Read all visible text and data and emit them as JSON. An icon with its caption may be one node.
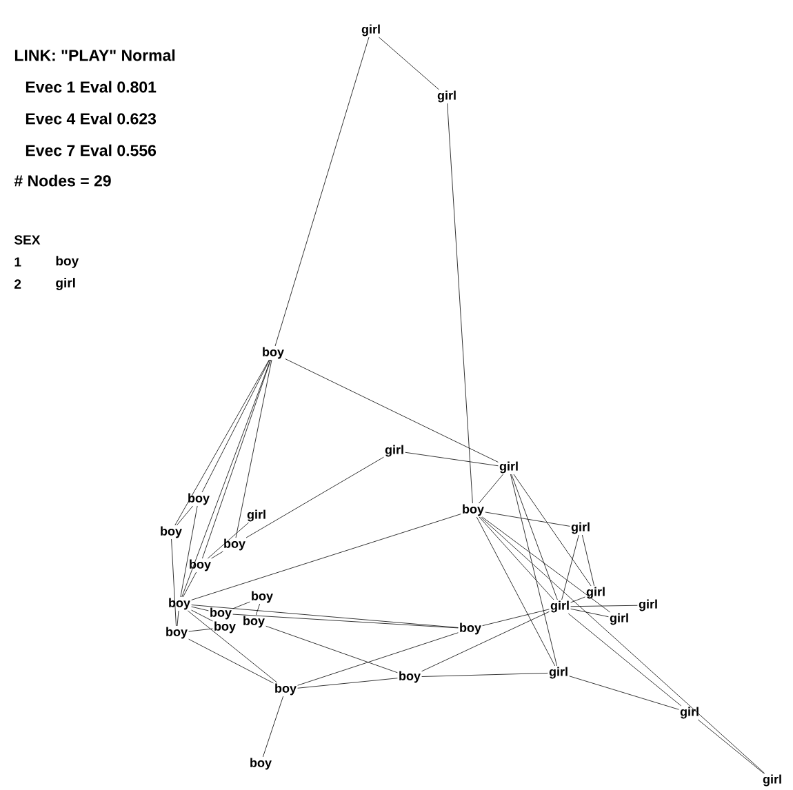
{
  "diagram": {
    "title": "LINK: \"PLAY\" Normal",
    "nodes": [
      {
        "text": [
          "girl"
        ]
      },
      {
        "text": [
          "girl"
        ]
      },
      {
        "text": [
          "boy"
        ]
      },
      {
        "text": [
          "girl"
        ]
      },
      {
        "text": [
          "girl"
        ]
      },
      {
        "text": [
          "boy"
        ]
      },
      {
        "text": [
          "girl"
        ]
      },
      {
        "text": [
          "girl"
        ]
      },
      {
        "text": [
          "girl"
        ]
      },
      {
        "text": [
          "girl"
        ]
      },
      {
        "text": [
          "girl"
        ]
      },
      {
        "text": [
          "boy"
        ]
      },
      {
        "text": [
          "boy"
        ]
      },
      {
        "text": [
          "girl"
        ]
      },
      {
        "text": [
          "boy"
        ]
      },
      {
        "text": [
          "girl"
        ]
      },
      {
        "text": [
          "girl"
        ]
      },
      {
        "text": [
          "boy"
        ]
      },
      {
        "text": [
          "boy"
        ]
      },
      {
        "text": [
          "boy"
        ]
      },
      {
        "text": [
          "girl"
        ]
      },
      {
        "text": [
          "boy"
        ]
      },
      {
        "text": [
          "boy"
        ]
      },
      {
        "text": [
          "boy"
        ]
      },
      {
        "text": [
          "boy"
        ]
      },
      {
        "text": [
          "boy"
        ]
      },
      {
        "text": [
          "boy"
        ]
      },
      {
        "text": [
          "boy"
        ]
      },
      {
        "text": [
          "boy"
        ]
      }
    ],
    "edges": [
      {
        "from": 0,
        "to": 1,
        "arrow": "none"
      },
      {
        "from": 0,
        "to": 2,
        "arrow": "none"
      },
      {
        "from": 1,
        "to": 5,
        "arrow": "none"
      },
      {
        "from": 2,
        "to": 4,
        "arrow": "none"
      },
      {
        "from": 2,
        "to": 18,
        "arrow": "none"
      },
      {
        "from": 2,
        "to": 19,
        "arrow": "none"
      },
      {
        "from": 2,
        "to": 22,
        "arrow": "none"
      },
      {
        "from": 2,
        "to": 23,
        "arrow": "none"
      },
      {
        "from": 2,
        "to": 21,
        "arrow": "none"
      },
      {
        "from": 3,
        "to": 4,
        "arrow": "none"
      },
      {
        "from": 3,
        "to": 21,
        "arrow": "none"
      },
      {
        "from": 4,
        "to": 5,
        "arrow": "none"
      },
      {
        "from": 4,
        "to": 7,
        "arrow": "none"
      },
      {
        "from": 4,
        "to": 8,
        "arrow": "none"
      },
      {
        "from": 4,
        "to": 13,
        "arrow": "none"
      },
      {
        "from": 5,
        "to": 6,
        "arrow": "none"
      },
      {
        "from": 5,
        "to": 23,
        "arrow": "none"
      },
      {
        "from": 5,
        "to": 7,
        "arrow": "none"
      },
      {
        "from": 5,
        "to": 10,
        "arrow": "none"
      },
      {
        "from": 5,
        "to": 16,
        "arrow": "none"
      },
      {
        "from": 5,
        "to": 13,
        "arrow": "none"
      },
      {
        "from": 6,
        "to": 7,
        "arrow": "none"
      },
      {
        "from": 6,
        "to": 8,
        "arrow": "none"
      },
      {
        "from": 7,
        "to": 8,
        "arrow": "none"
      },
      {
        "from": 7,
        "to": 9,
        "arrow": "none"
      },
      {
        "from": 7,
        "to": 10,
        "arrow": "none"
      },
      {
        "from": 7,
        "to": 11,
        "arrow": "none"
      },
      {
        "from": 7,
        "to": 12,
        "arrow": "none"
      },
      {
        "from": 7,
        "to": 15,
        "arrow": "none"
      },
      {
        "from": 11,
        "to": 24,
        "arrow": "none"
      },
      {
        "from": 11,
        "to": 23,
        "arrow": "none"
      },
      {
        "from": 12,
        "to": 13,
        "arrow": "none"
      },
      {
        "from": 12,
        "to": 14,
        "arrow": "none"
      },
      {
        "from": 12,
        "to": 26,
        "arrow": "none"
      },
      {
        "from": 13,
        "to": 15,
        "arrow": "none"
      },
      {
        "from": 15,
        "to": 16,
        "arrow": "none"
      },
      {
        "from": 14,
        "to": 17,
        "arrow": "none"
      },
      {
        "from": 14,
        "to": 27,
        "arrow": "none"
      },
      {
        "from": 14,
        "to": 23,
        "arrow": "none"
      },
      {
        "from": 14,
        "to": 11,
        "arrow": "none"
      },
      {
        "from": 18,
        "to": 19,
        "arrow": "none"
      },
      {
        "from": 18,
        "to": 23,
        "arrow": "none"
      },
      {
        "from": 19,
        "to": 27,
        "arrow": "none"
      },
      {
        "from": 20,
        "to": 22,
        "arrow": "none"
      },
      {
        "from": 21,
        "to": 22,
        "arrow": "none"
      },
      {
        "from": 22,
        "to": 23,
        "arrow": "none"
      },
      {
        "from": 23,
        "to": 24,
        "arrow": "none"
      },
      {
        "from": 24,
        "to": 25,
        "arrow": "none"
      },
      {
        "from": 25,
        "to": 26,
        "arrow": "none"
      },
      {
        "from": 27,
        "to": 28,
        "arrow": "none"
      },
      {
        "from": 23,
        "to": 27,
        "arrow": "none"
      },
      {
        "from": 23,
        "to": 28,
        "arrow": "none"
      }
    ],
    "labels": [
      "Evec 1 Eval 0.801",
      "Evec 4 Eval 0.623",
      "Evec 7 Eval 0.556",
      "# Nodes = 29",
      "SEX",
      "1",
      "boy",
      "2",
      "girl"
    ]
  }
}
